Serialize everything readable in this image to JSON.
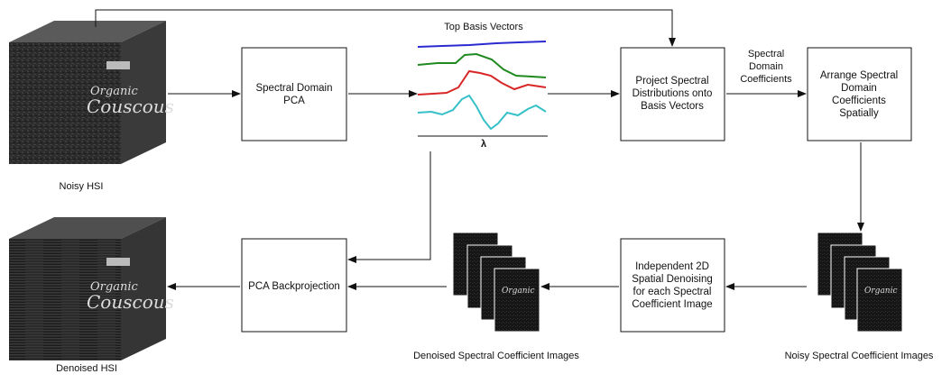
{
  "boxes": {
    "spectral_pca": [
      "Spectral Domain",
      "PCA"
    ],
    "project": [
      "Project Spectral",
      "Distributions onto",
      "Basis Vectors"
    ],
    "arrange": [
      "Arrange Spectral",
      "Domain",
      "Coefficients",
      "Spatially"
    ],
    "spatial_denoise": [
      "Independent 2D",
      "Spatial Denoising",
      "for each Spectral",
      "Coefficient Image"
    ],
    "backprojection": [
      "PCA Backprojection"
    ]
  },
  "labels": {
    "noisy_hsi": "Noisy HSI",
    "denoised_hsi": "Denoised HSI",
    "top_basis": "Top Basis Vectors",
    "lambda": "λ",
    "spectral_coeffs": [
      "Spectral",
      "Domain",
      "Coefficients"
    ],
    "noisy_coeff_images": "Noisy Spectral Coefficient Images",
    "denoised_coeff_images": "Denoised Spectral Coefficient Images"
  },
  "cube_logo": [
    "Organic",
    "Couscous"
  ],
  "colors": {
    "basis_blue": "#2a2ad0",
    "basis_green": "#1f8a1f",
    "basis_red": "#d82626",
    "basis_cyan": "#35c0c8",
    "axis_gray": "#888888"
  }
}
